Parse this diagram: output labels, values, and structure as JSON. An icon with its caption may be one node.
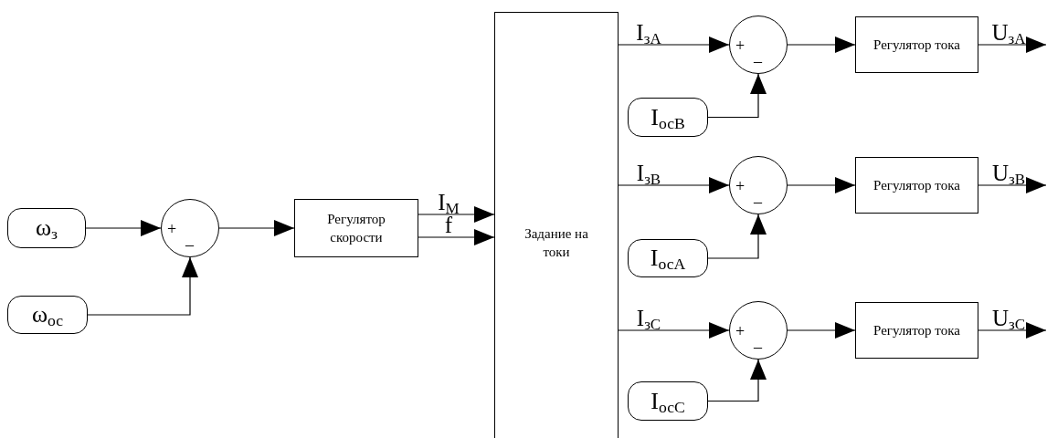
{
  "diagram": {
    "nodes": [
      {
        "text": [
          "ω$_{з}$"
        ]
      },
      {
        "text": [
          "ω$_{ос}$"
        ]
      },
      {
        "text": [
          "+",
          "_"
        ]
      },
      {
        "text": [
          "Регулятор скорости"
        ]
      },
      {
        "text": [
          "Задание на токи"
        ]
      },
      {
        "text": [
          "+",
          "_"
        ]
      },
      {
        "text": [
          "I$_{осB}$"
        ]
      },
      {
        "text": [
          "Регулятор тока"
        ]
      },
      {
        "text": [
          "+",
          "_"
        ]
      },
      {
        "text": [
          "I$_{осA}$"
        ]
      },
      {
        "text": [
          "Регулятор тока"
        ]
      },
      {
        "text": [
          "+",
          "_"
        ]
      },
      {
        "text": [
          "I$_{осC}$"
        ]
      },
      {
        "text": [
          "Регулятор тока"
        ]
      }
    ],
    "edges": [
      {
        "from": 0,
        "to": 2,
        "arrow": "to"
      },
      {
        "from": 1,
        "to": 2,
        "arrow": "to"
      },
      {
        "from": 2,
        "to": 3,
        "arrow": "to"
      },
      {
        "from": 3,
        "to": 4,
        "arrow": "to",
        "label": "I$_{M}$"
      },
      {
        "from": 3,
        "to": 4,
        "arrow": "to",
        "label": "f"
      },
      {
        "from": 4,
        "to": 5,
        "arrow": "to",
        "label": "I$_{зA}$"
      },
      {
        "from": 6,
        "to": 5,
        "arrow": "to"
      },
      {
        "from": 5,
        "to": 7,
        "arrow": "to"
      },
      {
        "from": 7,
        "to": null,
        "arrow": "to",
        "label": "U$_{зA}$"
      },
      {
        "from": 4,
        "to": 8,
        "arrow": "to",
        "label": "I$_{зB}$"
      },
      {
        "from": 9,
        "to": 8,
        "arrow": "to"
      },
      {
        "from": 8,
        "to": 10,
        "arrow": "to"
      },
      {
        "from": 10,
        "to": null,
        "arrow": "to",
        "label": "U$_{зB}$"
      },
      {
        "from": 4,
        "to": 11,
        "arrow": "to",
        "label": "I$_{зC}$"
      },
      {
        "from": 12,
        "to": 11,
        "arrow": "to"
      },
      {
        "from": 11,
        "to": 13,
        "arrow": "to"
      },
      {
        "from": 13,
        "to": null,
        "arrow": "to",
        "label": "U$_{зC}$"
      }
    ]
  }
}
